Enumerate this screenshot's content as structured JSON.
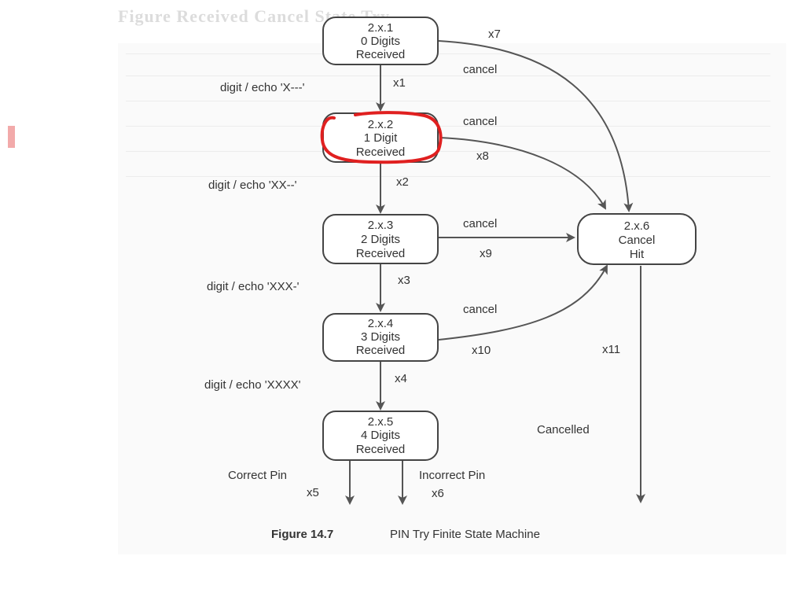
{
  "background_title": "Figure  Received  Cancel  State  Try",
  "nodes": {
    "n1": {
      "id": "2.x.1",
      "line2": "0 Digits",
      "line3": "Received"
    },
    "n2": {
      "id": "2.x.2",
      "line2": "1 Digit",
      "line3": "Received"
    },
    "n3": {
      "id": "2.x.3",
      "line2": "2 Digits",
      "line3": "Received"
    },
    "n4": {
      "id": "2.x.4",
      "line2": "3 Digits",
      "line3": "Received"
    },
    "n5": {
      "id": "2.x.5",
      "line2": "4 Digits",
      "line3": "Received"
    },
    "n6": {
      "id": "2.x.6",
      "line2": "Cancel",
      "line3": "Hit"
    }
  },
  "edges": {
    "x1": {
      "action": "digit / echo 'X---'",
      "code": "x1"
    },
    "x2": {
      "action": "digit / echo 'XX--'",
      "code": "x2"
    },
    "x3": {
      "action": "digit / echo 'XXX-'",
      "code": "x3"
    },
    "x4": {
      "action": "digit / echo 'XXXX'",
      "code": "x4"
    },
    "x5": {
      "event": "Correct Pin",
      "code": "x5"
    },
    "x6": {
      "event": "Incorrect Pin",
      "code": "x6"
    },
    "x7": {
      "event": "cancel",
      "code": "x7"
    },
    "x8": {
      "event": "cancel",
      "code": "x8"
    },
    "x9": {
      "event": "cancel",
      "code": "x9"
    },
    "x10": {
      "event": "cancel",
      "code": "x10"
    },
    "x11": {
      "event": "Cancelled",
      "code": "x11"
    }
  },
  "highlight": {
    "target": "2.x.2",
    "color": "#e02020"
  },
  "caption": {
    "label": "Figure 14.7",
    "text": "PIN Try Finite State Machine"
  }
}
